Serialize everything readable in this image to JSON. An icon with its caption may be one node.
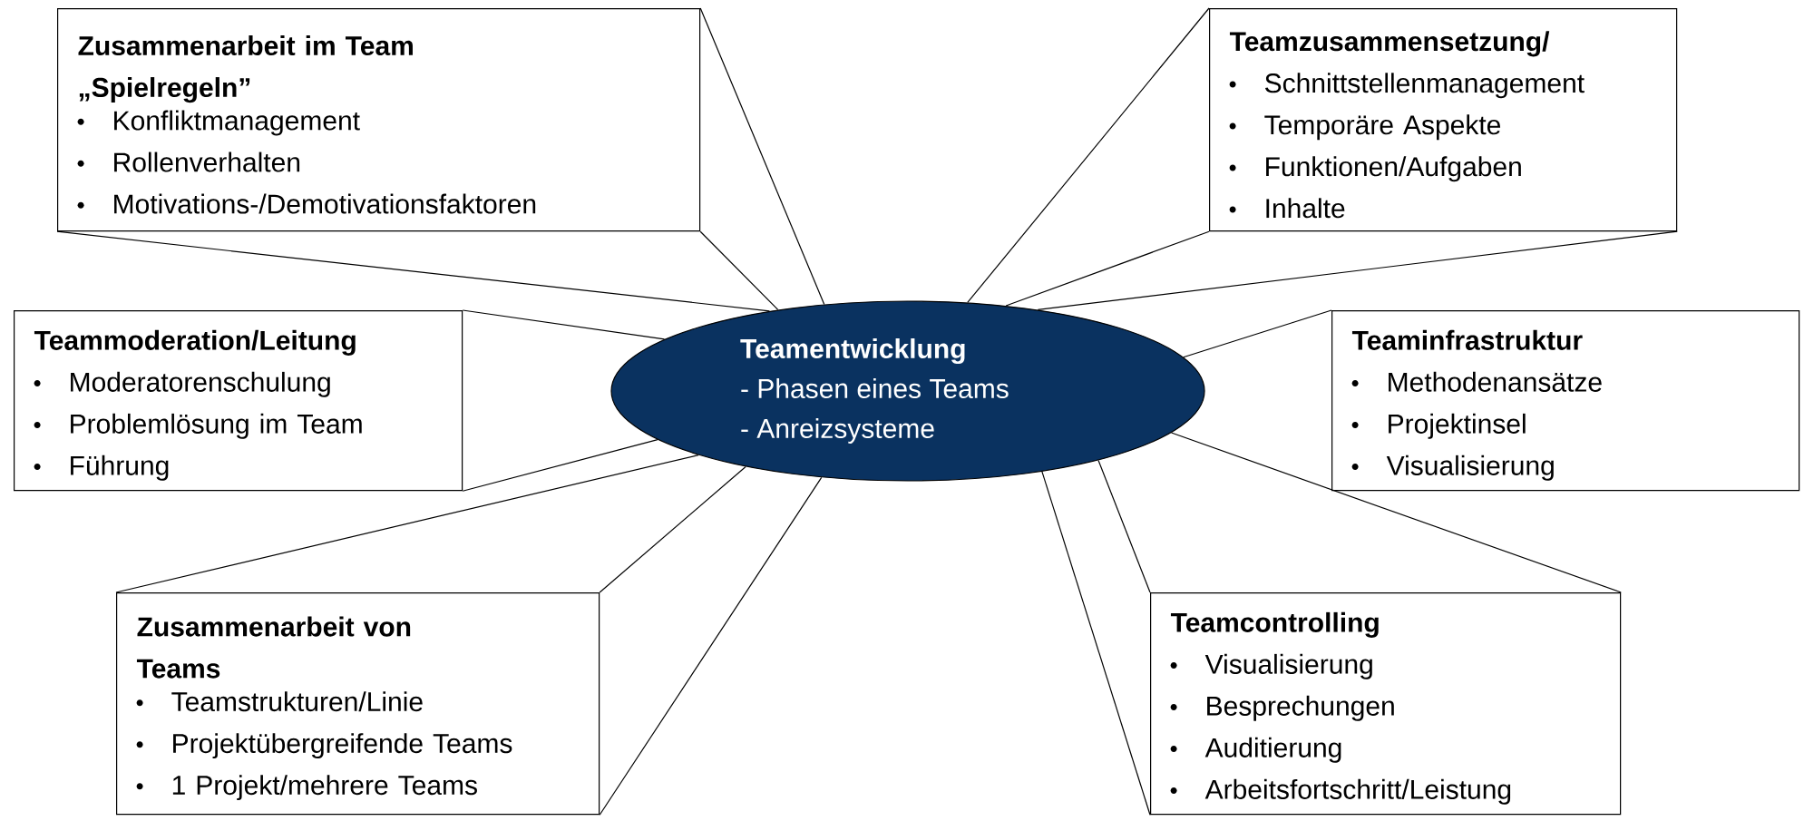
{
  "diagram": {
    "nodes": [
      {
        "text": [
          "Zusammenarbeit im Team „Spielregeln”",
          "Konfliktmanagement",
          "Rollenverhalten",
          "Motivations-/Demotivationsfaktoren"
        ]
      },
      {
        "text": [
          "Teamzusammensetzung/",
          "Schnittstellenmanagement",
          "Temporäre Aspekte",
          "Funktionen/Aufgaben",
          "Inhalte"
        ]
      },
      {
        "text": [
          "Teammoderation/Leitung",
          "Moderatorenschulung",
          "Problemlösung im Team",
          "Führung"
        ]
      },
      {
        "text": [
          "Teamentwicklung",
          "- Phasen eines Teams",
          "- Anreizsysteme"
        ]
      },
      {
        "text": [
          "Teaminfrastruktur",
          "Methodenansätze",
          "Projektinsel",
          "Visualisierung"
        ]
      },
      {
        "text": [
          "Zusammenarbeit von Teams",
          "Teamstrukturen/Linie",
          "Projektübergreifende Teams",
          "1 Projekt/mehrere Teams"
        ]
      },
      {
        "text": [
          "Teamcontrolling",
          "Visualisierung",
          "Besprechungen",
          "Auditierung",
          "Arbeitsfortschritt/Leistung"
        ]
      }
    ],
    "edges": [
      {
        "from": 0,
        "to": 3,
        "arrow": "none"
      },
      {
        "from": 0,
        "to": 3,
        "arrow": "none"
      },
      {
        "from": 0,
        "to": 3,
        "arrow": "none"
      },
      {
        "from": 1,
        "to": 3,
        "arrow": "none"
      },
      {
        "from": 1,
        "to": 3,
        "arrow": "none"
      },
      {
        "from": 1,
        "to": 3,
        "arrow": "none"
      },
      {
        "from": 2,
        "to": 3,
        "arrow": "none"
      },
      {
        "from": 2,
        "to": 3,
        "arrow": "none"
      },
      {
        "from": 4,
        "to": 3,
        "arrow": "none"
      },
      {
        "from": 5,
        "to": 3,
        "arrow": "none"
      },
      {
        "from": 5,
        "to": 3,
        "arrow": "none"
      },
      {
        "from": 5,
        "to": 3,
        "arrow": "none"
      },
      {
        "from": 6,
        "to": 3,
        "arrow": "none"
      },
      {
        "from": 6,
        "to": 3,
        "arrow": "none"
      },
      {
        "from": 6,
        "to": 3,
        "arrow": "none"
      }
    ]
  }
}
